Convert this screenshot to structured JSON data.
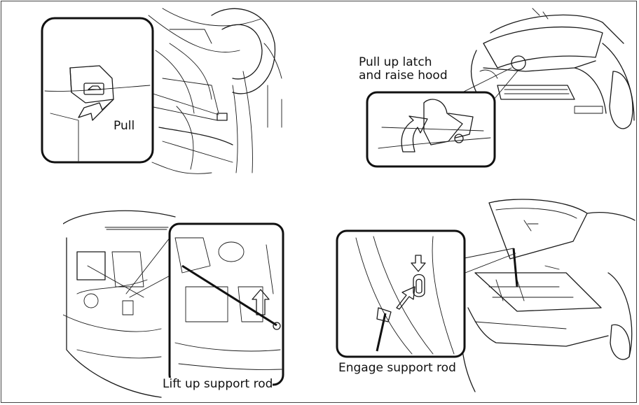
{
  "labels": {
    "pull": "Pull",
    "pull_up_latch": "Pull up latch\nand raise hood",
    "lift_up_rod": "Lift up support rod",
    "engage_rod": "Engage support rod"
  },
  "colors": {
    "line": "#1a1a1a",
    "hood_fill": "#8a8a8a",
    "switch_fill": "#9a9a9a",
    "arrow_fill": "#8c8c8c",
    "background": "#ffffff"
  }
}
